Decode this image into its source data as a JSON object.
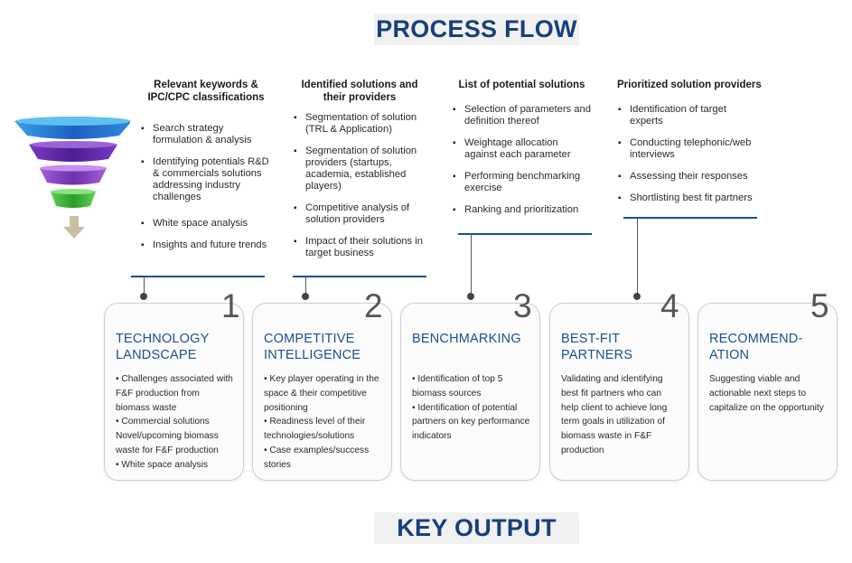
{
  "header": {
    "title": "PROCESS FLOW"
  },
  "footer": {
    "title": "KEY OUTPUT"
  },
  "funnel": {
    "icon": "funnel-icon",
    "colors": [
      "#2b7bd6",
      "#6c2eb4",
      "#8b44c8",
      "#3fb23a"
    ],
    "arrow_color": "#c8bfa6"
  },
  "columns": [
    {
      "heading": "Relevant keywords & IPC/CPC classifications",
      "items": [
        "Search strategy formulation & analysis",
        "Identifying potentials R&D & commercials solutions addressing industry challenges",
        "White space analysis",
        "Insights and future trends"
      ]
    },
    {
      "heading": "Identified solutions and their providers",
      "items": [
        "Segmentation of solution (TRL & Application)",
        "Segmentation of solution providers (startups, academia, established players)",
        "Competitive analysis of solution providers",
        "Impact of their solutions in target business"
      ]
    },
    {
      "heading": "List of potential solutions",
      "items": [
        "Selection of parameters and definition thereof",
        "Weightage allocation against each parameter",
        "Performing benchmarking exercise",
        "Ranking and prioritization"
      ]
    },
    {
      "heading": "Prioritized solution providers",
      "items": [
        "Identification of target experts",
        "Conducting telephonic/web interviews",
        "Assessing their responses",
        "Shortlisting best fit partners"
      ]
    }
  ],
  "cards": [
    {
      "number": "1",
      "title": "TECHNOLOGY LANDSCAPE",
      "body": [
        "• Challenges associated with F&F production from biomass waste",
        "• Commercial solutions Novel/upcoming biomass waste for F&F production",
        "• White space analysis"
      ]
    },
    {
      "number": "2",
      "title": "COMPETITIVE INTELLIGENCE",
      "body": [
        "• Key player operating in the space & their competitive positioning",
        "• Readiness level of their technologies/solutions",
        "• Case examples/success stories"
      ]
    },
    {
      "number": "3",
      "title": "BENCHMARKING",
      "body": [
        "• Identification of top 5 biomass sources",
        "• Identification of potential partners on key performance indicators"
      ]
    },
    {
      "number": "4",
      "title": "BEST-FIT PARTNERS",
      "body": [
        "Validating and identifying best fit partners who can help client to achieve long term goals in utilization of biomass waste in F&F production"
      ]
    },
    {
      "number": "5",
      "title": "RECOMMEND-ATION",
      "body": [
        "Suggesting viable and actionable next steps to capitalize on the opportunity"
      ]
    }
  ]
}
